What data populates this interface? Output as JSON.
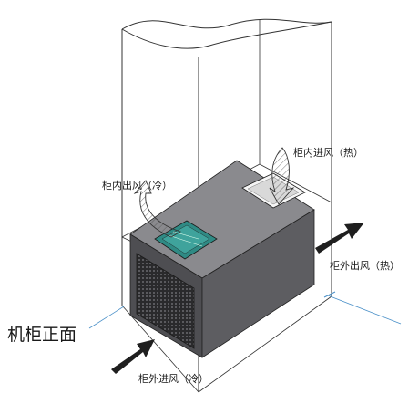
{
  "labels": {
    "cabinet_front": "机柜正面",
    "inside_outlet_cold": "柜内出风（冷）",
    "inside_inlet_hot": "柜内进风（热）",
    "outside_outlet_hot": "柜外出风（热）",
    "outside_inlet_cold": "柜外进风（冷）"
  },
  "colors": {
    "unit_top": "#8a8a8e",
    "unit_front": "#4e4e52",
    "unit_side": "#5d5d61",
    "panel_accent": "#2f8a84",
    "arrow": "#1f1f1f",
    "frame_line": "#333333",
    "guide_line": "#4a90c8"
  }
}
